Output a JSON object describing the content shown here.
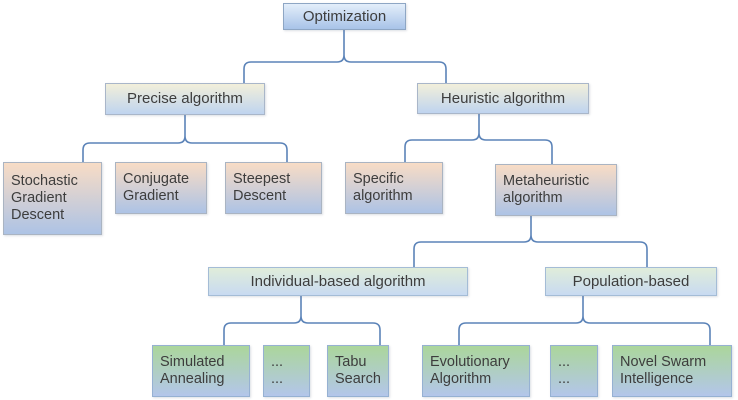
{
  "diagram": {
    "type": "tree",
    "root": "Optimization",
    "colors": {
      "connector": "#5b83b8",
      "text": "#3d3d3d",
      "level1_gradient": [
        "#e3eefa",
        "#a8c3e8"
      ],
      "level2_gradient": [
        "#f2efda",
        "#bfd4ef"
      ],
      "level3_gradient": [
        "#f8dcc5",
        "#adc3e5"
      ],
      "level4_gradient": [
        "#e0edda",
        "#c8daf1"
      ],
      "level5_gradient": [
        "#abd69b",
        "#b3c6ea"
      ]
    },
    "nodes": [
      {
        "id": "optimization",
        "label": "Optimization"
      },
      {
        "id": "precise-algorithm",
        "label": "Precise algorithm"
      },
      {
        "id": "heuristic-algorithm",
        "label": "Heuristic algorithm"
      },
      {
        "id": "stochastic-gradient-descent",
        "label": "Stochastic\nGradient\nDescent"
      },
      {
        "id": "conjugate-gradient",
        "label": "Conjugate\nGradient"
      },
      {
        "id": "steepest-descent",
        "label": "Steepest\nDescent"
      },
      {
        "id": "specific-algorithm",
        "label": "Specific\nalgorithm"
      },
      {
        "id": "metaheuristic-algorithm",
        "label": "Metaheuristic\nalgorithm"
      },
      {
        "id": "individual-based-algorithm",
        "label": "Individual-based algorithm"
      },
      {
        "id": "population-based",
        "label": "Population-based"
      },
      {
        "id": "simulated-annealing",
        "label": "Simulated\nAnnealing"
      },
      {
        "id": "ellipsis-individual",
        "label": "...\n..."
      },
      {
        "id": "tabu-search",
        "label": "Tabu\nSearch"
      },
      {
        "id": "evolutionary-algorithm",
        "label": "Evolutionary\nAlgorithm"
      },
      {
        "id": "ellipsis-population",
        "label": "...\n..."
      },
      {
        "id": "novel-swarm-intelligence",
        "label": "Novel Swarm\nIntelligence"
      }
    ],
    "edges": [
      {
        "parent": "Optimization",
        "children": [
          "Precise algorithm",
          "Heuristic algorithm"
        ]
      },
      {
        "parent": "Precise algorithm",
        "children": [
          "Stochastic Gradient Descent",
          "Conjugate Gradient",
          "Steepest Descent"
        ]
      },
      {
        "parent": "Heuristic algorithm",
        "children": [
          "Specific algorithm",
          "Metaheuristic algorithm"
        ]
      },
      {
        "parent": "Metaheuristic algorithm",
        "children": [
          "Individual-based algorithm",
          "Population-based"
        ]
      },
      {
        "parent": "Individual-based algorithm",
        "children": [
          "Simulated Annealing",
          "...",
          "Tabu Search"
        ]
      },
      {
        "parent": "Population-based",
        "children": [
          "Evolutionary Algorithm",
          "...",
          "Novel Swarm Intelligence"
        ]
      }
    ]
  }
}
